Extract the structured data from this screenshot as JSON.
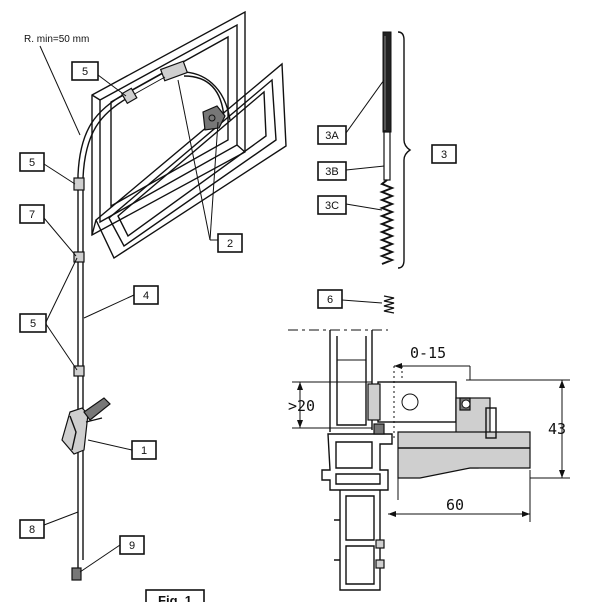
{
  "note_radius": "R. min=50 mm",
  "callouts": {
    "c1": "1",
    "c2": "2",
    "c3": "3",
    "c3a": "3A",
    "c3b": "3B",
    "c3c": "3C",
    "c4": "4",
    "c5a": "5",
    "c5b": "5",
    "c5c": "5",
    "c6": "6",
    "c7": "7",
    "c8": "8",
    "c9": "9"
  },
  "dimensions": {
    "gap": "0-15",
    "min_depth": ">20",
    "height": "43",
    "width": "60"
  },
  "figure_caption": "Fig. 1"
}
